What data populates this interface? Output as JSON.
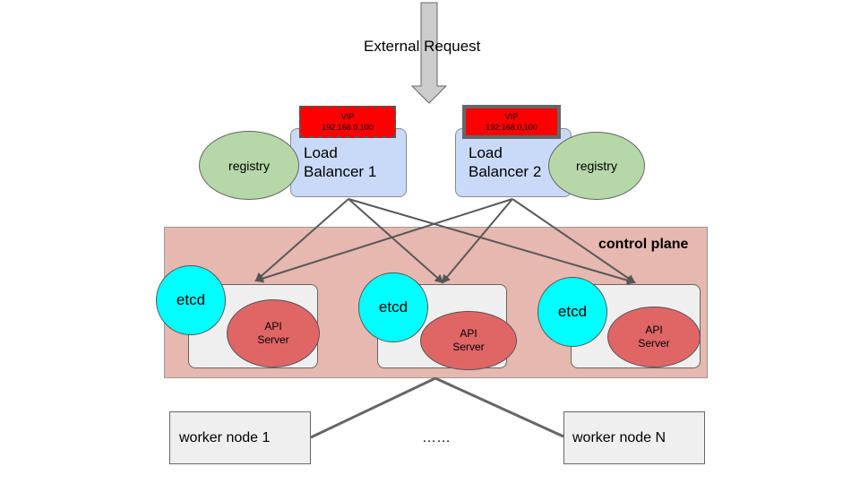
{
  "external_request": {
    "label": "External Request"
  },
  "load_balancers": [
    {
      "label_line1": "Load",
      "label_line2": "Balancer 1",
      "vip_label": "VIP",
      "vip_address": "192.168.0.100",
      "registry_label": "registry"
    },
    {
      "label_line1": "Load",
      "label_line2": "Balancer 2",
      "vip_label": "VIP",
      "vip_address": "192.168.0.100",
      "registry_label": "registry"
    }
  ],
  "control_plane": {
    "label": "control plane",
    "nodes": [
      {
        "etcd_label": "etcd",
        "api_line1": "API",
        "api_line2": "Server"
      },
      {
        "etcd_label": "etcd",
        "api_line1": "API",
        "api_line2": "Server"
      },
      {
        "etcd_label": "etcd",
        "api_line1": "API",
        "api_line2": "Server"
      }
    ]
  },
  "workers": {
    "first": "worker node 1",
    "ellipsis": "……",
    "last": "worker node N"
  },
  "colors": {
    "vip_fill": "#ff0000",
    "load_balancer_fill": "#c9daf8",
    "registry_fill": "#b6d7a8",
    "control_plane_fill": "#e6b8af",
    "etcd_fill": "#00ffff",
    "api_server_fill": "#e06666",
    "node_fill": "#efefef"
  }
}
